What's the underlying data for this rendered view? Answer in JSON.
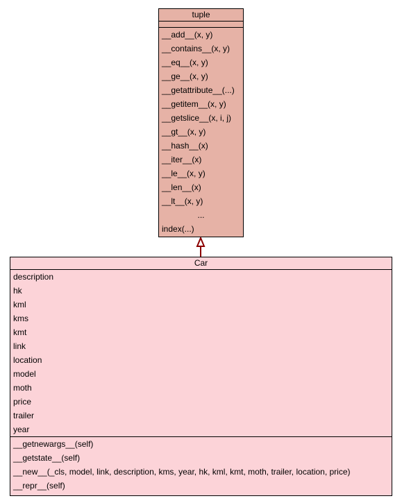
{
  "colors": {
    "base_fill": "#e6b2a6",
    "derived_fill": "#fcd3d8",
    "arrow": "#8b0000",
    "border": "#000000"
  },
  "base_class": {
    "name": "tuple",
    "attributes": [],
    "operations": [
      "__add__(x, y)",
      "__contains__(x, y)",
      "__eq__(x, y)",
      "__ge__(x, y)",
      "__getattribute__(...)",
      "__getitem__(x, y)",
      "__getslice__(x, i, j)",
      "__gt__(x, y)",
      "__hash__(x)",
      "__iter__(x)",
      "__le__(x, y)",
      "__len__(x)",
      "__lt__(x, y)"
    ],
    "ellipsis": "...",
    "last_operation": "index(...)"
  },
  "derived_class": {
    "name": "Car",
    "attributes": [
      "description",
      "hk",
      "kml",
      "kms",
      "kmt",
      "link",
      "location",
      "model",
      "moth",
      "price",
      "trailer",
      "year"
    ],
    "operations": [
      "__getnewargs__(self)",
      "__getstate__(self)",
      "__new__(_cls, model, link, description, kms, year, hk, kml, kmt, moth, trailer, location, price)",
      "__repr__(self)"
    ]
  }
}
